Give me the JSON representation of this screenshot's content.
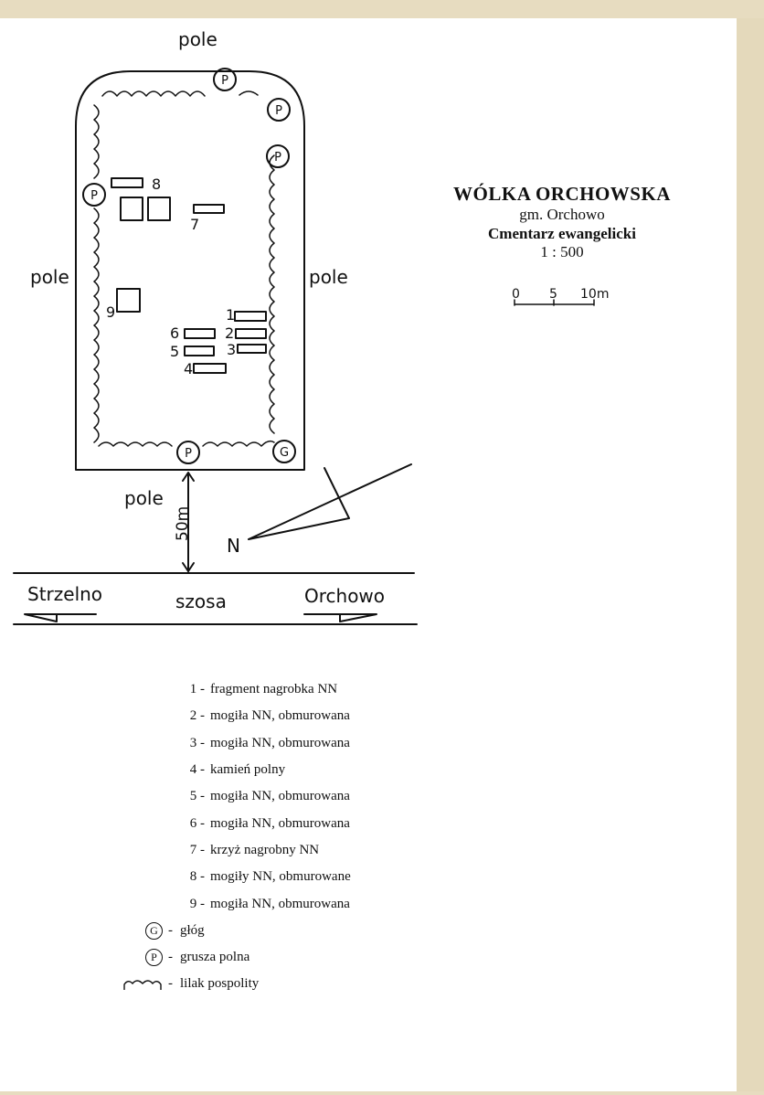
{
  "map": {
    "label_top": "pole",
    "label_left": "pole",
    "label_right": "pole",
    "label_bottom": "pole",
    "distance": "50m",
    "north": "N",
    "road_left": "Strzelno",
    "road_center": "szosa",
    "road_right": "Orchowo",
    "tree_pear": "P",
    "tree_hawthorn": "G",
    "grave_numbers": [
      "1",
      "2",
      "3",
      "4",
      "5",
      "6",
      "7",
      "8",
      "9"
    ]
  },
  "title": {
    "main": "WÓLKA ORCHOWSKA",
    "sub": "gm. Orchowo",
    "type": "Cmentarz ewangelicki",
    "scale": "1 : 500"
  },
  "scale_bar": {
    "ticks": [
      "0",
      "5",
      "10m"
    ]
  },
  "legend": {
    "items": [
      {
        "num": "1 -",
        "text": "fragment nagrobka NN"
      },
      {
        "num": "2 -",
        "text": "mogiła NN, obmurowana"
      },
      {
        "num": "3 -",
        "text": "mogiła NN, obmurowana"
      },
      {
        "num": "4 -",
        "text": "kamień polny"
      },
      {
        "num": "5 -",
        "text": "mogiła NN, obmurowana"
      },
      {
        "num": "6 -",
        "text": "mogiła NN, obmurowana"
      },
      {
        "num": "7 -",
        "text": "krzyż nagrobny NN"
      },
      {
        "num": "8 -",
        "text": "mogiły NN, obmurowane"
      },
      {
        "num": "9 -",
        "text": "mogiła NN, obmurowana"
      }
    ],
    "symbols": [
      {
        "key": "G",
        "sep": "-",
        "text": "głóg"
      },
      {
        "key": "P",
        "sep": "-",
        "text": "grusza polna"
      },
      {
        "key": "",
        "sep": "-",
        "text": "lilak pospolity"
      }
    ]
  }
}
